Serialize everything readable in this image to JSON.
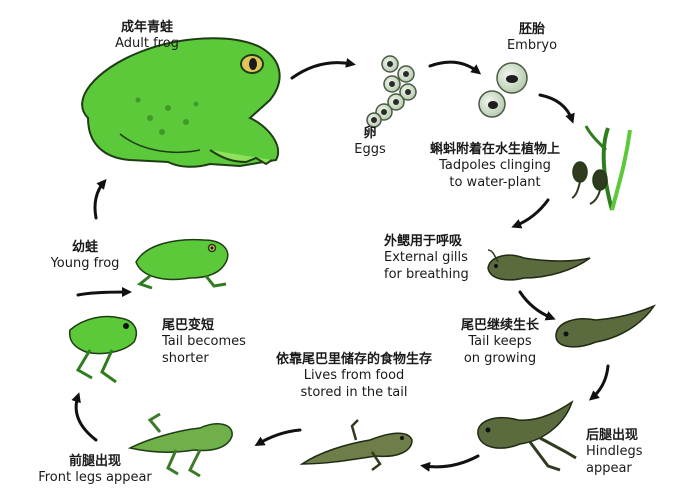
{
  "stages": [
    {
      "id": "adult",
      "zh": "成年青蛙",
      "en": "Adult frog"
    },
    {
      "id": "embryo",
      "zh": "胚胎",
      "en": "Embryo"
    },
    {
      "id": "eggs",
      "zh": "卵",
      "en": "Eggs"
    },
    {
      "id": "tadpoles",
      "zh": "蝌蚪附着在水生植物上",
      "en1": "Tadpoles clinging",
      "en2": "to water-plant"
    },
    {
      "id": "gills",
      "zh": "外鳃用于呼吸",
      "en1": "External gills",
      "en2": "for breathing"
    },
    {
      "id": "tailgrow",
      "zh": "尾巴继续生长",
      "en1": "Tail keeps",
      "en2": "on growing"
    },
    {
      "id": "hindlegs",
      "zh": "后腿出现",
      "en1": "Hindlegs",
      "en2": "appear"
    },
    {
      "id": "food",
      "zh": "依靠尾巴里储存的食物生存",
      "en1": "Lives from food",
      "en2": "stored in the tail"
    },
    {
      "id": "frontlegs",
      "zh": "前腿出现",
      "en": "Front legs appear"
    },
    {
      "id": "tailshort",
      "zh": "尾巴变短",
      "en1": "Tail becomes",
      "en2": "shorter"
    },
    {
      "id": "young",
      "zh": "幼蛙",
      "en": "Young frog"
    }
  ],
  "colors": {
    "frog": "#5cc93a",
    "frog_light": "#8fe05a",
    "frog_dark": "#2f7d1e",
    "tadpole": "#5b6b3e",
    "tadpole_dark": "#2f3a1f",
    "egg": "#cfe0c8",
    "arrow": "#111111"
  }
}
